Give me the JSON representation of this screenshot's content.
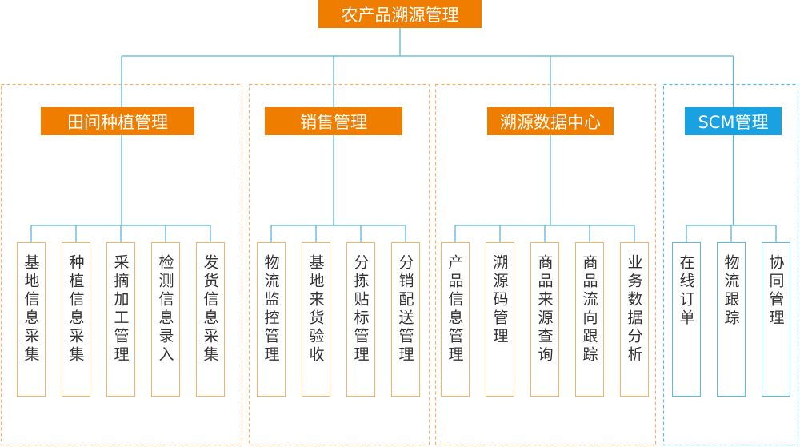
{
  "colors": {
    "line": "#5bb5dc",
    "orange": "#ef7d00",
    "blue": "#1aa1e2",
    "orange_border": "#f6b26b",
    "blue_border": "#5eb8e6"
  },
  "root": {
    "label": "农产品溯源管理"
  },
  "groups": [
    {
      "label": "田间种植管理",
      "theme": "orange",
      "children": [
        "基地信息采集",
        "种植信息采集",
        "采摘加工管理",
        "检测信息录入",
        "发货信息采集"
      ]
    },
    {
      "label": "销售管理",
      "theme": "orange",
      "children": [
        "物流监控管理",
        "基地来货验收",
        "分拣贴标管理",
        "分销配送管理"
      ]
    },
    {
      "label": "溯源数据中心",
      "theme": "orange",
      "children": [
        "产品信息管理",
        "溯源码管理",
        "商品来源查询",
        "商品流向跟踪",
        "业务数据分析"
      ]
    },
    {
      "label": "SCM管理",
      "theme": "blue",
      "children": [
        "在线订单",
        "物流跟踪",
        "协同管理"
      ]
    }
  ]
}
